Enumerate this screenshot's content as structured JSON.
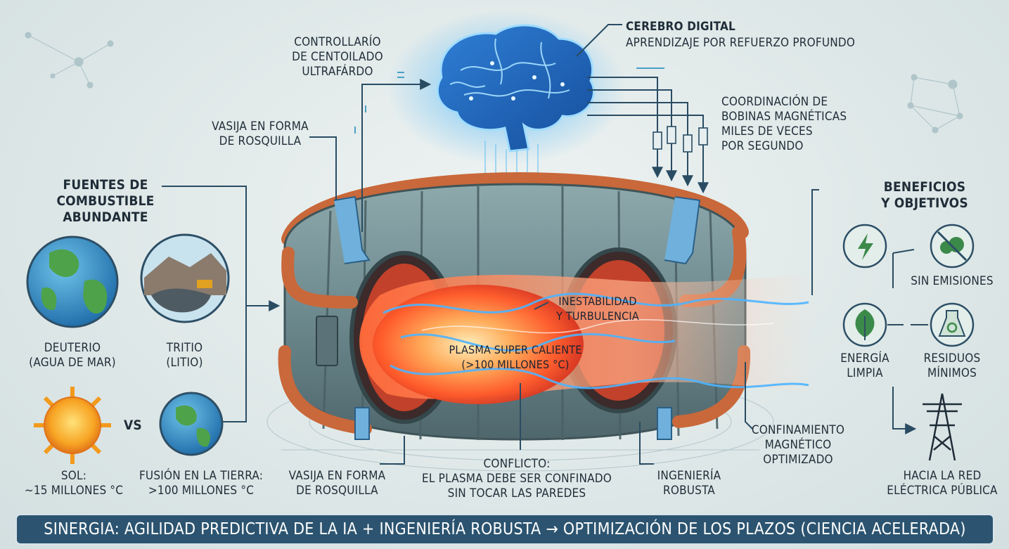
{
  "controller": {
    "lines": [
      "CONTROLLARÍO",
      "DE CENTOILADO",
      "ULTRAFÁRDO"
    ]
  },
  "brain": {
    "title": "CEREBRO DIGITAL",
    "subtitle": "APRENDIZAJE POR REFUERZO PROFUNDO"
  },
  "coils": {
    "lines": [
      "COORDINACIÓN DE",
      "BOBINAS MAGNÉTICAS",
      "MILES DE VECES",
      "POR SEGUNDO"
    ]
  },
  "vessel_top": {
    "lines": [
      "VASIJA EN FORMA",
      "DE ROSQUILLA"
    ]
  },
  "fuel": {
    "title_lines": [
      "FUENTES DE",
      "COMBUSTIBLE",
      "ABUNDANTE"
    ],
    "deuterium_lines": [
      "DEUTERIO",
      "(AGUA DE MAR)"
    ],
    "tritium_lines": [
      "TRITIO",
      "(LITIO)"
    ],
    "vs": "VS",
    "sun_lines": [
      "SOL:",
      "~15 MILLONES °C"
    ],
    "earth_lines": [
      "FUSIÓN EN LA TIERRA:",
      ">100 MILLONES °C"
    ]
  },
  "benefits": {
    "title_lines": [
      "BENEFICIOS",
      "Y OBJETIVOS"
    ],
    "no_emissions": "SIN EMISIONES",
    "clean_energy_lines": [
      "ENERGÍA",
      "LIMPIA"
    ],
    "waste_lines": [
      "RESIDUOS",
      "MÍNIMOS"
    ],
    "grid_lines": [
      "HACIA LA RED",
      "ELÉCTRICA PÚBLICA"
    ]
  },
  "instability": {
    "lines": [
      "INESTABILIDAD",
      "Y TURBULENCIA"
    ]
  },
  "plasma": {
    "lines": [
      "PLASMA SUPER CALIENTE",
      "(>100 MILLONES °C)"
    ]
  },
  "confinement": {
    "lines": [
      "CONFINAMIENTO",
      "MAGNÉTICO",
      "OPTIMIZADO"
    ]
  },
  "vessel_bottom": {
    "lines": [
      "VASIJA EN FORMA",
      "DE ROSQUILLA"
    ]
  },
  "conflict": {
    "lines": [
      "CONFLICTO:",
      "EL PLASMA DEBE SER CONFINADO",
      "SIN TOCAR LAS PAREDES"
    ]
  },
  "engineering": {
    "lines": [
      "INGENIERÍA",
      "ROBUSTA"
    ]
  },
  "banner": {
    "text": "SINERGIA: AGILIDAD PREDICTIVA DE LA IA + INGENIERÍA ROBUSTA → OPTIMIZACIÓN DE LOS PLAZOS (CIENCIA ACELERADA)"
  },
  "colors": {
    "banner_bg": "#2c5470",
    "brain_glow": "#3fa8f0",
    "plasma_hot": "#ff5a2a",
    "plasma_cool": "#4cb4ff",
    "coil_copper": "#c9683a",
    "vessel_steel": "#6f8c90",
    "icon_green": "#3c8a4a"
  }
}
